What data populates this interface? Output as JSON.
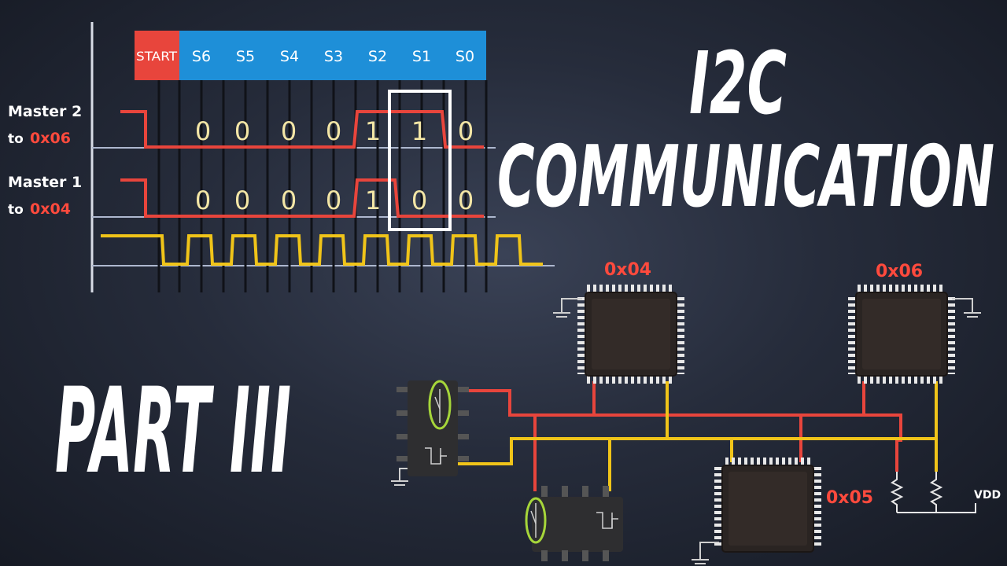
{
  "title": {
    "line1": "I2C",
    "line2": "COMMUNICATION",
    "line3": "PART III"
  },
  "timing": {
    "header": [
      "START",
      "S6",
      "S5",
      "S4",
      "S3",
      "S2",
      "S1",
      "S0"
    ],
    "start_color": "#e8453c",
    "bit_color": "#1e8fd8",
    "rows": [
      {
        "label_master": "Master 2",
        "label_to": "to",
        "label_addr": "0x06",
        "bits": [
          "0",
          "0",
          "0",
          "0",
          "1",
          "1",
          "0"
        ]
      },
      {
        "label_master": "Master 1",
        "label_to": "to",
        "label_addr": "0x04",
        "bits": [
          "0",
          "0",
          "0",
          "0",
          "1",
          "0",
          "0"
        ]
      }
    ]
  },
  "circuit": {
    "chips": [
      {
        "label": "0x04"
      },
      {
        "label": "0x06"
      },
      {
        "label": "0x05"
      }
    ],
    "vdd_label": "VDD"
  },
  "colors": {
    "sda": "#e8453c",
    "scl": "#f0c419",
    "bit_text": "#f3e6a6",
    "addr_red": "#ff4a3d",
    "addr_yellow": "#f0c419",
    "chip": "#2a2422",
    "pin": "#e8e8e8",
    "highlight": "#a6d63a"
  }
}
